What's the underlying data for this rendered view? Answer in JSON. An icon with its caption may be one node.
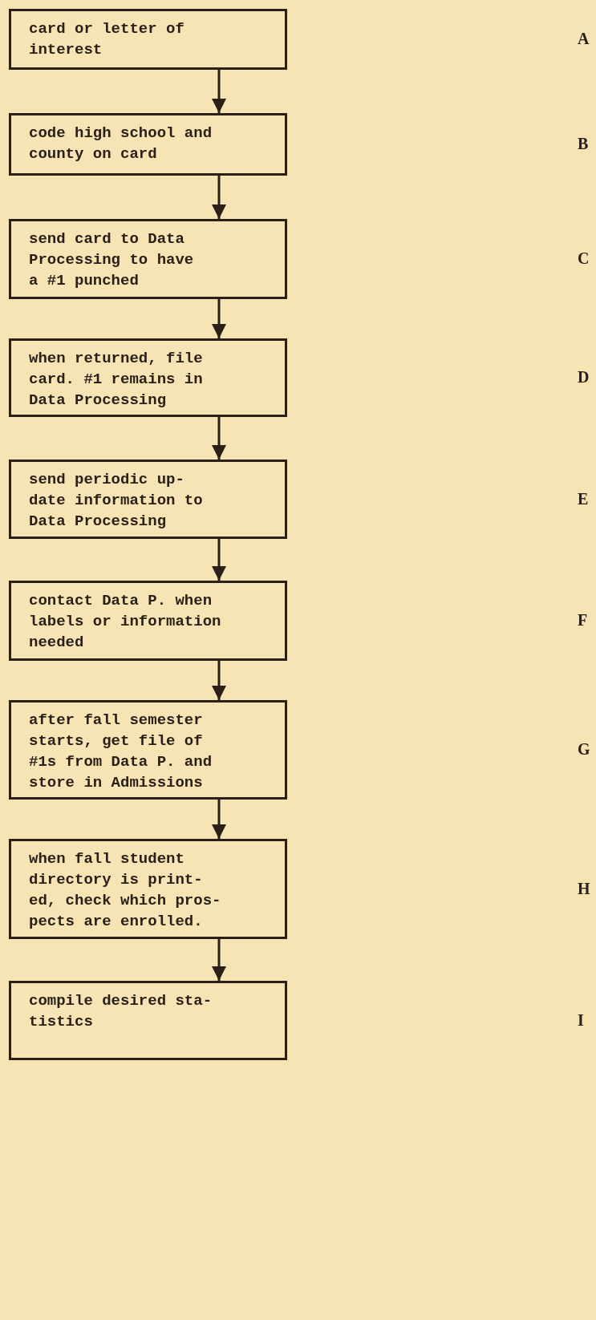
{
  "diagram": {
    "nodes": [
      {
        "text": [
          "card or letter of interest"
        ]
      },
      {
        "text": [
          "code high school and county on card"
        ]
      },
      {
        "text": [
          "send card to Data Processing to have a #1 punched"
        ]
      },
      {
        "text": [
          "when returned, file card. #1 remains in Data Processing"
        ]
      },
      {
        "text": [
          "send periodic up- date information to Data Processing"
        ]
      },
      {
        "text": [
          "contact Data P. when labels or information needed"
        ]
      },
      {
        "text": [
          "after fall semester starts, get file of #1s from Data P. and store in Admissions"
        ]
      },
      {
        "text": [
          "when fall student directory is print- ed, check which pros- pects are enrolled."
        ]
      },
      {
        "text": [
          "compile desired sta- tistics"
        ]
      }
    ],
    "edges": [
      {
        "from": 0,
        "to": 1,
        "arrow": "to"
      },
      {
        "from": 1,
        "to": 2,
        "arrow": "to"
      },
      {
        "from": 2,
        "to": 3,
        "arrow": "to"
      },
      {
        "from": 3,
        "to": 4,
        "arrow": "to"
      },
      {
        "from": 4,
        "to": 5,
        "arrow": "to"
      },
      {
        "from": 5,
        "to": 6,
        "arrow": "to"
      },
      {
        "from": 6,
        "to": 7,
        "arrow": "to"
      },
      {
        "from": 7,
        "to": 8,
        "arrow": "to"
      }
    ],
    "labels": [
      "A",
      "B",
      "C",
      "D",
      "E",
      "F",
      "G",
      "H",
      "I"
    ]
  }
}
